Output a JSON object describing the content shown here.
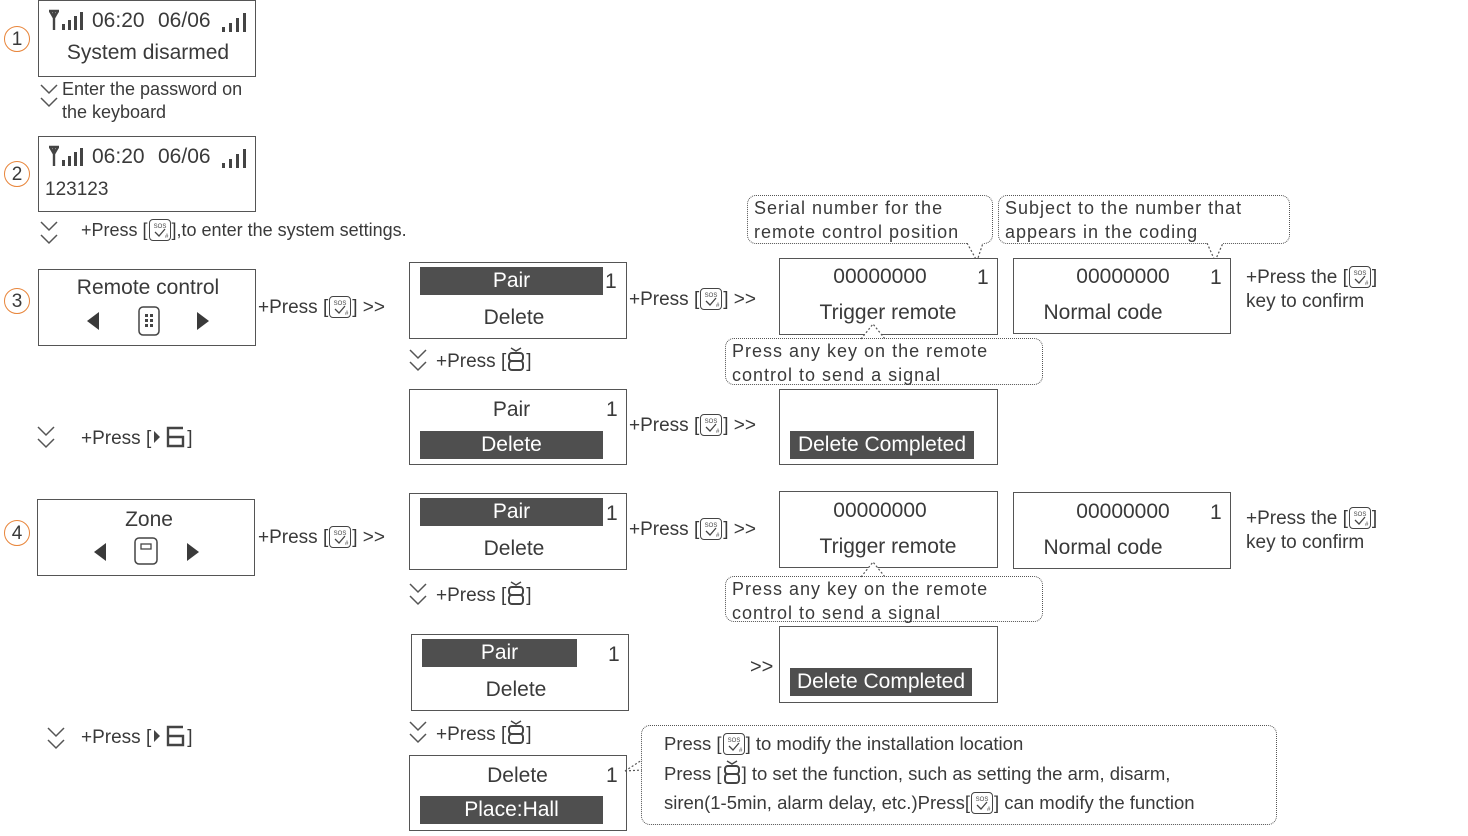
{
  "step_numbers": [
    "1",
    "2",
    "3",
    "4"
  ],
  "screen1": {
    "time": "06:20",
    "date": "06/06",
    "line2": "System disarmed"
  },
  "note_enter_password": [
    "Enter the password on",
    "the keyboard"
  ],
  "screen2": {
    "time": "06:20",
    "date": "06/06",
    "line2": "123123"
  },
  "instr_system_settings": {
    "prefix": "+Press [",
    "suffix": "],to enter the system settings."
  },
  "remote": {
    "menu_title": "Remote control",
    "press_sos": "+Press [",
    "press_sos_end": "] >>",
    "pair_label": "Pair",
    "delete_label": "Delete",
    "count": "1",
    "press_sos2": "+Press [",
    "press_sos2_end": "] >>",
    "code": "00000000",
    "trigger": "Trigger remote",
    "normal_code": "Normal code",
    "confirm_line1_a": "+Press the [",
    "confirm_line1_b": "]",
    "confirm_line2": "key to confirm",
    "note_serial": [
      "Serial number for the",
      "remote control position"
    ],
    "note_subject": [
      "Subject to the number that",
      "appears in the coding"
    ],
    "note_press_any": [
      "Press any key on the remote",
      "control to send a signal"
    ],
    "press_8": "+Press [",
    "press_8_end": "]",
    "press_6": "+Press [",
    "press_6_end": "]",
    "delete_completed": "Delete Completed"
  },
  "zone": {
    "menu_title": "Zone",
    "press_sos": "+Press [",
    "press_sos_end": "] >>",
    "pair_label": "Pair",
    "delete_label": "Delete",
    "count": "1",
    "press_sos2": "+Press [",
    "press_sos2_end": "] >>",
    "code": "00000000",
    "trigger": "Trigger remote",
    "normal_code": "Normal code",
    "confirm_line1_a": "+Press the [",
    "confirm_line1_b": "]",
    "confirm_line2": "key to confirm",
    "note_press_any": [
      "Press any key on the remote",
      "control to send a signal"
    ],
    "press_8": "+Press [",
    "press_8_end": "]",
    "arrows_only": ">>",
    "delete_completed": "Delete Completed",
    "press_8b": "+Press [",
    "press_8b_end": "]",
    "press_6": "+Press [",
    "press_6_end": "]",
    "place": "Place:Hall",
    "note_bottom": {
      "line1_a": "Press [",
      "line1_b": "] to modify the installation location",
      "line2_a": "Press [",
      "line2_b": "] to set the function, such as setting the arm, disarm,",
      "line3_a": "siren(1-5min, alarm delay, etc.)Press[",
      "line3_b": "]  can modify the function"
    }
  },
  "colors": {
    "step_circle": "#e8853a",
    "highlight": "#4f4f4f",
    "text": "#3a3a3a"
  },
  "icons": [
    "antenna-signal-icon",
    "signal-bars-icon",
    "sos-key-icon",
    "key-8-icon",
    "key-6-icon",
    "left-arrow-icon",
    "right-arrow-icon",
    "remote-icon",
    "zone-sensor-icon",
    "chevron-down-icon"
  ]
}
